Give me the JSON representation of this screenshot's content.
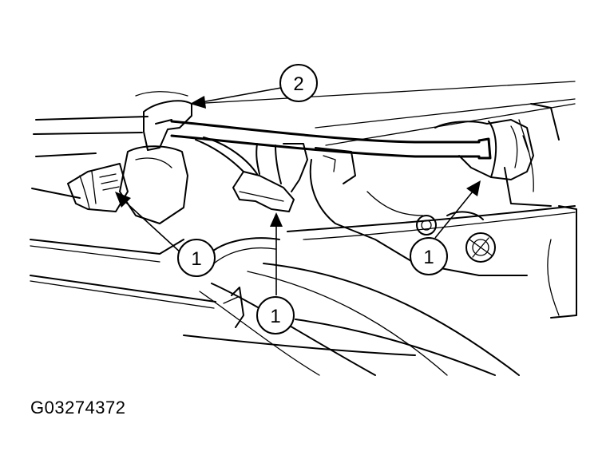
{
  "diagram": {
    "callouts": {
      "top_number": "2",
      "left_number": "1",
      "center_number": "1",
      "right_number": "1"
    },
    "figure_id": "G03274372"
  }
}
